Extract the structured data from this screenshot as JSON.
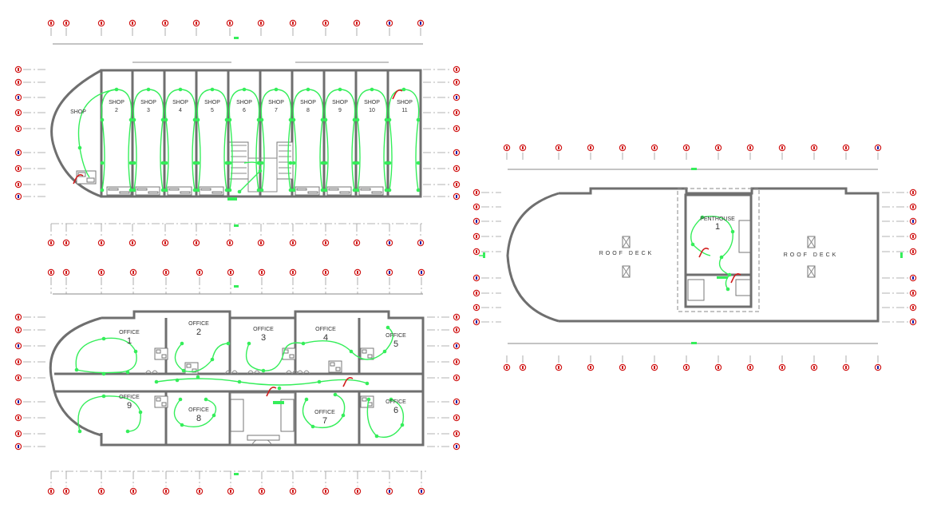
{
  "colors": {
    "wall": "#6f6f6f",
    "wiring": "#35ee5a",
    "marker_red": "#d11a1a",
    "marker_blue": "#1a1aa8",
    "background": "#ffffff"
  },
  "ground_floor": {
    "shops": [
      {
        "label": "SHOP",
        "number": ""
      },
      {
        "label": "SHOP",
        "number": "2"
      },
      {
        "label": "SHOP",
        "number": "3"
      },
      {
        "label": "SHOP",
        "number": "4"
      },
      {
        "label": "SHOP",
        "number": "5"
      },
      {
        "label": "SHOP",
        "number": "6"
      },
      {
        "label": "SHOP",
        "number": "7"
      },
      {
        "label": "SHOP",
        "number": "8"
      },
      {
        "label": "SHOP",
        "number": "9"
      },
      {
        "label": "SHOP",
        "number": "10"
      },
      {
        "label": "SHOP",
        "number": "11"
      }
    ]
  },
  "first_floor": {
    "offices": [
      {
        "label": "OFFICE",
        "number": "1"
      },
      {
        "label": "OFFICE",
        "number": "2"
      },
      {
        "label": "OFFICE",
        "number": "3"
      },
      {
        "label": "OFFICE",
        "number": "4"
      },
      {
        "label": "OFFICE",
        "number": "5"
      },
      {
        "label": "OFFICE",
        "number": "9"
      },
      {
        "label": "OFFICE",
        "number": "8"
      },
      {
        "label": "OFFICE",
        "number": "7"
      },
      {
        "label": "OFFICE",
        "number": "6"
      }
    ]
  },
  "roof_floor": {
    "left_label": "ROOF DECK",
    "right_label": "ROOF DECK",
    "penthouse_label": "PENTHOUSE",
    "penthouse_number": "1"
  }
}
